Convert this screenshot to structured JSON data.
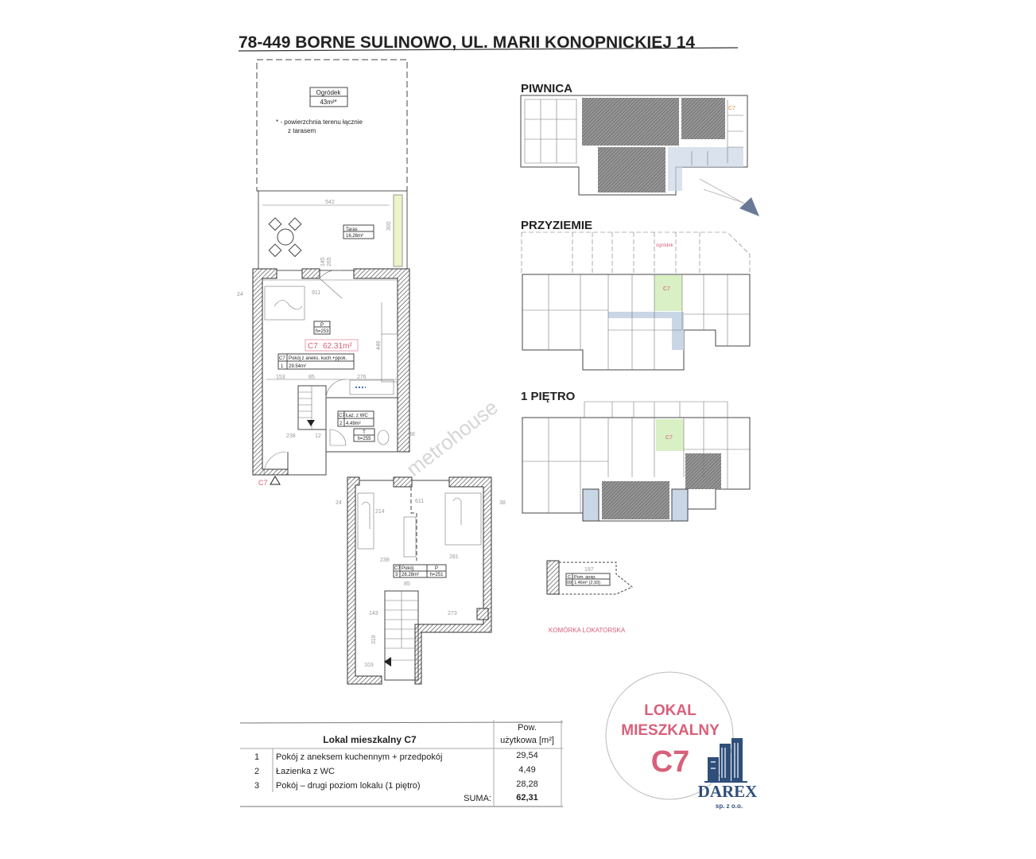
{
  "title": "78-449 BORNE SULINOWO, UL. MARII KONOPNICKIEJ 14",
  "garden": {
    "label": "Ogródek",
    "area": "43m²*",
    "note_line1": "* - powierzchnia terenu łącznie",
    "note_line2": "z tarasem"
  },
  "terrace": {
    "label": "Taras",
    "area": "16.26m²",
    "dim_width": "542",
    "dim_depth": "300",
    "dim_a": "145",
    "dim_b": "265"
  },
  "ground_floor": {
    "unit_label": "C7",
    "unit_area": "62.31m²",
    "height_code": "P",
    "height": "h=253",
    "room1_code": "C7",
    "room1_name": "Pokój z aneks. kuch.+ppok.",
    "room1_no": "1",
    "room1_area": "29.54m²",
    "room2_code": "C7",
    "room2_name": "Łaz. z WC",
    "room2_no": "2",
    "room2_area": "4.49m²",
    "room2_height_code": "T",
    "room2_height": "h=255",
    "dims": [
      "911",
      "153",
      "85",
      "276",
      "446",
      "238",
      "12",
      "24",
      "38"
    ],
    "entrance_label": "C7"
  },
  "first_floor": {
    "room_code": "C7",
    "room_name": "Pokój",
    "room_no": "3",
    "room_area": "28.28m²",
    "height_code": "P",
    "height": "h=251",
    "dims": [
      "611",
      "214",
      "238",
      "281",
      "273",
      "143",
      "318",
      "103",
      "85",
      "24",
      "38"
    ]
  },
  "site_plans": {
    "basement_title": "PIWNICA",
    "ground_title": "PRZYZIEMIE",
    "ground_garden_label": "ogródek",
    "first_title": "1 PIĘTRO",
    "unit_marker": "C7"
  },
  "storage": {
    "code": "C",
    "name": "Pom. gosp.",
    "no": "09",
    "area": "1.46m² (2.93)",
    "dim": "197",
    "caption": "KOMÓRKA LOKATORSKA"
  },
  "watermark": "metrohouse",
  "table": {
    "title": "Lokal mieszkalny C7",
    "col_header_line1": "Pow.",
    "col_header_line2": "użytkowa [m²]",
    "rows": [
      {
        "no": "1",
        "name": "Pokój z aneksem kuchennym + przedpokój",
        "area": "29,54"
      },
      {
        "no": "2",
        "name": "Łazienka z WC",
        "area": "4,49"
      },
      {
        "no": "3",
        "name": "Pokój – drugi poziom lokalu (1 piętro)",
        "area": "28,28"
      }
    ],
    "sum_label": "SUMA:",
    "sum_value": "62,31"
  },
  "stamp": {
    "line1": "LOKAL",
    "line2": "MIESZKALNY",
    "line3": "C7"
  },
  "logo": {
    "name": "DAREX",
    "sub": "sp. z o.o."
  },
  "colors": {
    "accent_pink": "#d8607a",
    "logo_blue": "#2f4f7a",
    "highlight_green": "#d9efc4",
    "corridor_blue": "#c9d6e6"
  }
}
